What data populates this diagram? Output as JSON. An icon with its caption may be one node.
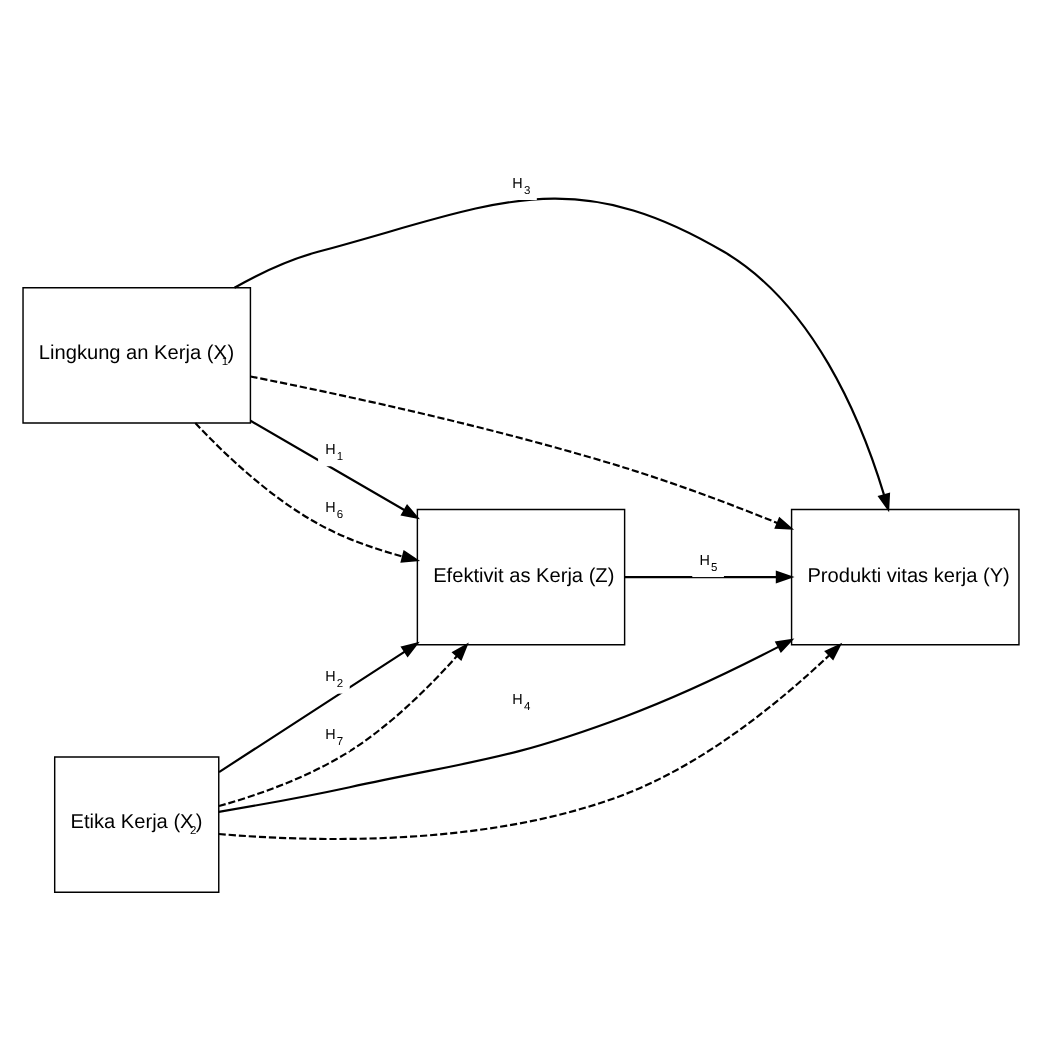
{
  "diagram": {
    "nodes": [
      {
        "text": [
          "Lingkung an Kerja (X$_{1}$)"
        ]
      },
      {
        "text": [
          "Etika Kerja (X$_{2}$)"
        ]
      },
      {
        "text": [
          "Efektivit as Kerja (Z)"
        ]
      },
      {
        "text": [
          "Produkti vitas kerja (Y)"
        ]
      }
    ],
    "edges": [
      {
        "from": 0,
        "to": 2,
        "arrow": "to",
        "label": "H$_{1}$"
      },
      {
        "from": 1,
        "to": 2,
        "arrow": "to",
        "label": "H$_{2}$"
      },
      {
        "from": 0,
        "to": 3,
        "arrow": "to",
        "label": "H$_{3}$"
      },
      {
        "from": 1,
        "to": 3,
        "arrow": "to",
        "label": "H$_{4}$"
      },
      {
        "from": 2,
        "to": 3,
        "arrow": "to",
        "label": "H$_{5}$"
      },
      {
        "from": 0,
        "to": 2,
        "arrow": "to",
        "style": "dashed",
        "label": "H$_{6}$"
      },
      {
        "from": 0,
        "to": 3,
        "arrow": "to",
        "style": "dashed"
      },
      {
        "from": 1,
        "to": 2,
        "arrow": "to",
        "style": "dashed",
        "label": "H$_{7}$"
      },
      {
        "from": 1,
        "to": 3,
        "arrow": "to",
        "style": "dashed"
      }
    ]
  }
}
